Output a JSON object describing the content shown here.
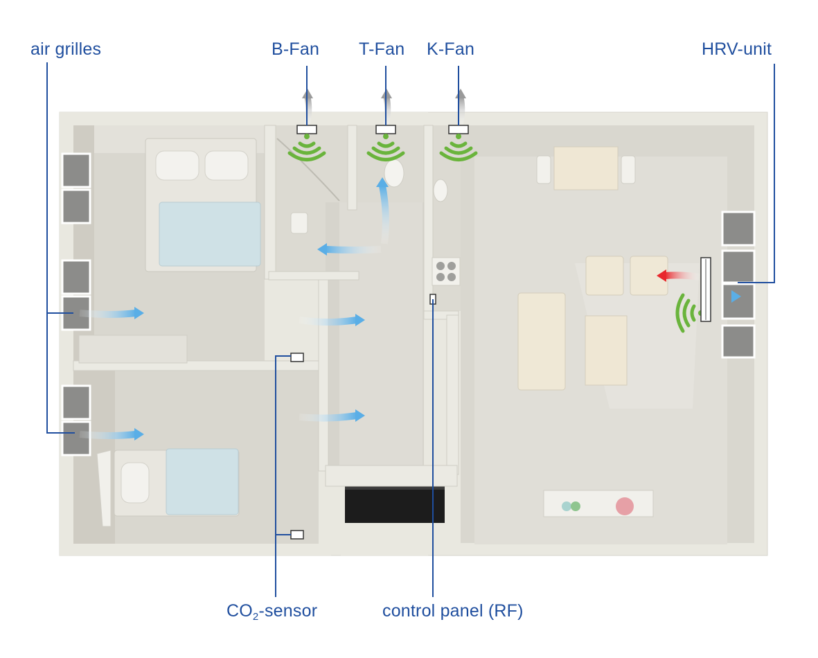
{
  "labels": {
    "air_grilles": "air grilles",
    "b_fan": "B-Fan",
    "t_fan": "T-Fan",
    "k_fan": "K-Fan",
    "hrv_unit": "HRV-unit",
    "co2_prefix": "CO",
    "co2_sub": "2",
    "co2_suffix": "-sensor",
    "control_panel": "control panel (RF)"
  },
  "colors": {
    "label_text": "#1f4e9e",
    "leader_line": "#1f4e9e",
    "airflow_arrow": "#5aaee6",
    "exhaust_arrow": "#9a9a9a",
    "hrv_supply_arrow": "#e8282d",
    "rf_signal": "#6ab43c",
    "wall": "#e9e8e0",
    "floor": "#d8d6ce",
    "bed_cover": "#cfe1e6"
  },
  "icons": {
    "fans": "exhaust-fan-icon",
    "signal": "rf-signal-icon",
    "sensor": "co2-sensor-icon",
    "panel": "control-panel-icon"
  }
}
